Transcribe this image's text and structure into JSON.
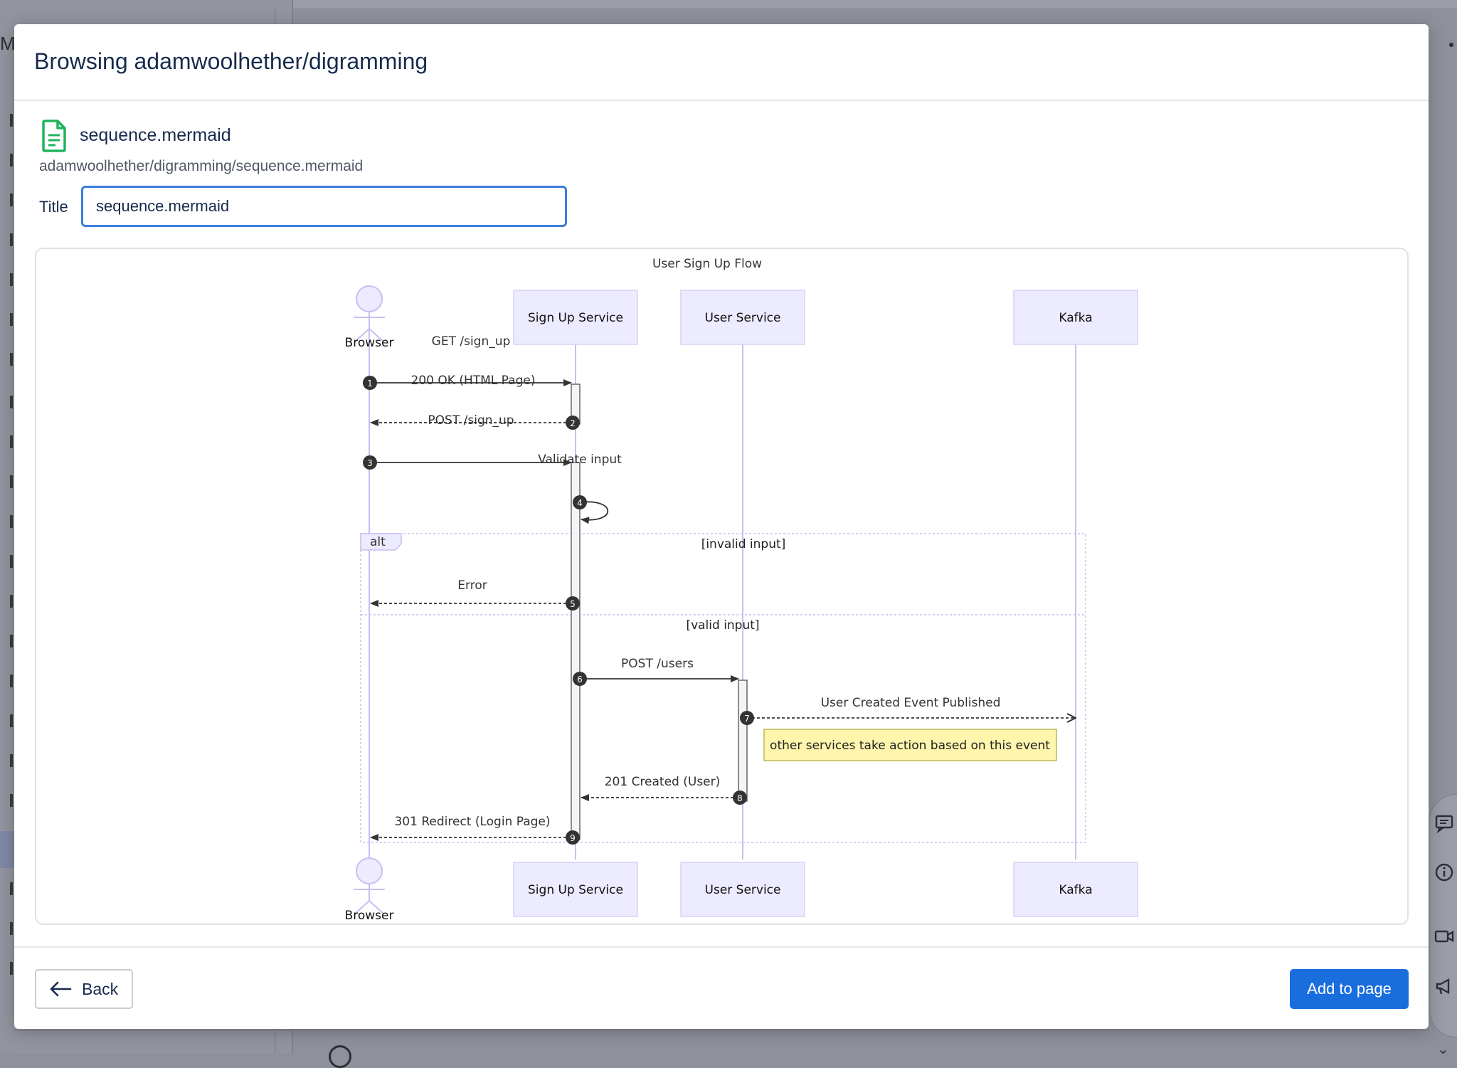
{
  "modal": {
    "title": "Browsing adamwoolhether/digramming",
    "file_name": "sequence.mermaid",
    "file_path": "adamwoolhether/digramming/sequence.mermaid",
    "title_label": "Title",
    "title_value": "sequence.mermaid",
    "back_label": "Back",
    "add_label": "Add to page",
    "accent_color": "#1a6ddd",
    "file_icon": "document-icon"
  },
  "background": {
    "left_partial_text": "My"
  },
  "diagram": {
    "title": "User Sign Up Flow",
    "participants": {
      "browser": "Browser",
      "signup": "Sign Up Service",
      "user": "User Service",
      "kafka": "Kafka"
    },
    "messages": {
      "m1": "GET /sign_up",
      "m2": "200 OK (HTML Page)",
      "m3": "POST /sign_up",
      "m4": "Validate input",
      "m5": "Error",
      "m6": "POST /users",
      "m7": "User Created Event Published",
      "m8": "201 Created (User)",
      "m9": "301 Redirect (Login Page)"
    },
    "numbers": [
      "1",
      "2",
      "3",
      "4",
      "5",
      "6",
      "7",
      "8",
      "9"
    ],
    "alt_label": "alt",
    "alt_condition_1": "[invalid input]",
    "alt_condition_2": "[valid input]",
    "note": "other services take action based on this event"
  }
}
